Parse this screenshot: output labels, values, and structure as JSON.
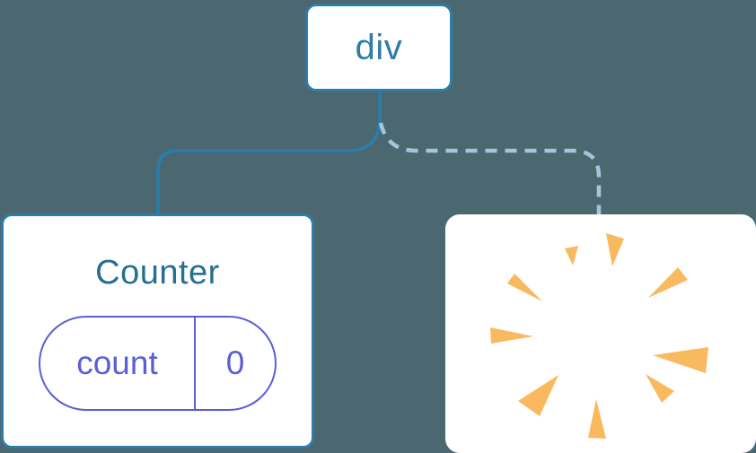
{
  "diagram": {
    "description": "component tree diagram",
    "root_node": {
      "label": "div"
    },
    "counter_node": {
      "title": "Counter",
      "state_pill": {
        "key": "count",
        "value": "0"
      }
    },
    "removed_node": {
      "icon": "poof-burst-icon"
    },
    "edges": [
      {
        "name": "edge-root-to-counter",
        "style": "solid"
      },
      {
        "name": "edge-root-to-removed",
        "style": "dashed"
      }
    ]
  },
  "colors": {
    "background": "#4b6770",
    "node-bg": "#ffffff",
    "node-border-blue": "#2b7dab",
    "edge-solid-blue": "#2b7dab",
    "edge-dashed-blue": "#a3c6db",
    "root-label-blue": "#2f7ca6",
    "counter-title-blue": "#266e93",
    "state-purple": "#5a5fd6",
    "burst-orange": "#f9b95f"
  }
}
